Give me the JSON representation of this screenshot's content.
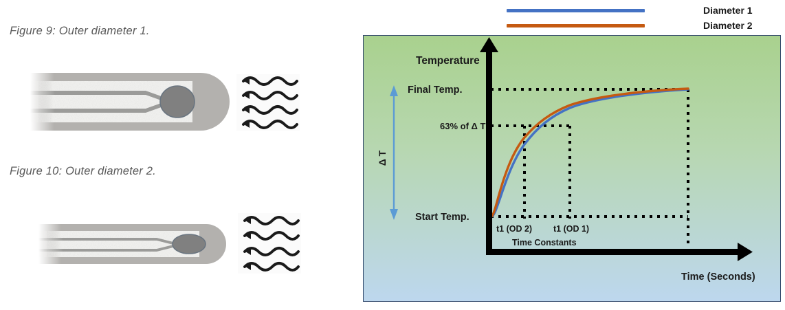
{
  "figures": [
    {
      "caption": "Figure 9: Outer diameter 1.",
      "name": "outer-diameter-1-probe",
      "sheath_color": "#b3b1ae",
      "insulation_color": "#f2f2f0",
      "wire_color": "#9b9b99",
      "bead_color": "#808080",
      "bead_outline": "#6a7580",
      "heat_wave_color": "#1a1a1a",
      "heat_wave_count": 4
    },
    {
      "caption": "Figure 10: Outer diameter 2.",
      "name": "outer-diameter-2-probe",
      "sheath_color": "#b3b1ae",
      "insulation_color": "#f2f2f0",
      "wire_color": "#9b9b99",
      "bead_color": "#808080",
      "bead_outline": "#6a7580",
      "heat_wave_color": "#1a1a1a",
      "heat_wave_count": 4
    }
  ],
  "chart_data": {
    "type": "line",
    "title": "",
    "xlabel": "Time (Seconds)",
    "ylabel": "Temperature",
    "grid": false,
    "legend_position": "top",
    "axis_color": "#000000",
    "background_gradient": [
      "#a9d18e",
      "#bdd7ee"
    ],
    "labels": {
      "y_axis_title": "Temperature",
      "final_temp": "Final Temp.",
      "sixty_three_percent": "63% of Δ T",
      "start_temp": "Start Temp.",
      "delta_t": "Δ T",
      "t1_od2": "t1 (OD 2)",
      "t1_od1": "t1 (OD 1)",
      "time_constants": "Time Constants",
      "x_axis_title": "Time (Seconds)"
    },
    "annotations": {
      "delta_t_arrow_color": "#5b9bd5",
      "guide_line_style": "dotted",
      "guide_line_color": "#000000"
    },
    "series": [
      {
        "name": "Diameter 1",
        "color": "#4472c4",
        "time_constant_label": "t1 (OD 1)",
        "time_constant_x": 0.232,
        "x": [
          0,
          0.02,
          0.05,
          0.09,
          0.14,
          0.19,
          0.232,
          0.28,
          0.35,
          0.45,
          0.55,
          0.68,
          0.82,
          1.0
        ],
        "y": [
          0,
          0.07,
          0.18,
          0.31,
          0.45,
          0.56,
          0.63,
          0.7,
          0.78,
          0.86,
          0.91,
          0.95,
          0.975,
          0.995
        ]
      },
      {
        "name": "Diameter 2",
        "color": "#c55a11",
        "time_constant_label": "t1 (OD 2)",
        "time_constant_x": 0.164,
        "x": [
          0,
          0.02,
          0.05,
          0.09,
          0.13,
          0.164,
          0.21,
          0.27,
          0.35,
          0.45,
          0.55,
          0.68,
          0.82,
          1.0
        ],
        "y": [
          0,
          0.1,
          0.25,
          0.42,
          0.55,
          0.63,
          0.71,
          0.79,
          0.86,
          0.92,
          0.95,
          0.975,
          0.99,
          1.0
        ]
      }
    ],
    "reference_levels": [
      {
        "label": "Final Temp.",
        "value": 1.0
      },
      {
        "label": "63% of Δ T",
        "value": 0.63
      },
      {
        "label": "Start Temp.",
        "value": 0.0
      }
    ]
  }
}
